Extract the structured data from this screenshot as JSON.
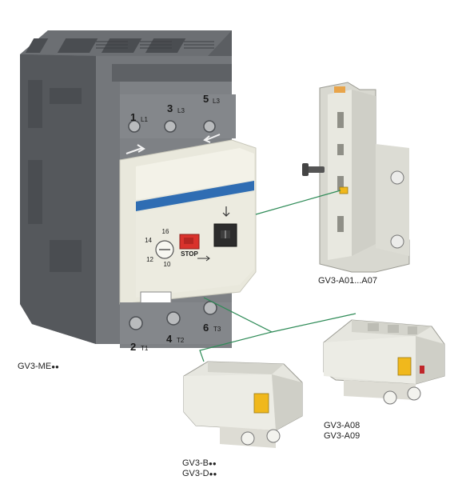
{
  "labels": {
    "main_unit": "GV3-ME",
    "main_unit_suffix": "●●",
    "side_contact": "GV3-A01...A07",
    "front_block_top": "GV3-B",
    "front_block_top_suffix": "●●",
    "front_block_bottom": "GV3-D",
    "front_block_bottom_suffix": "●●",
    "top_block_line1": "GV3-A08",
    "top_block_line2": "GV3-A09"
  },
  "terminals": {
    "top": [
      {
        "num": "1",
        "sub": "L1"
      },
      {
        "num": "3",
        "sub": "L3"
      },
      {
        "num": "5",
        "sub": "L3"
      }
    ],
    "bottom": [
      {
        "num": "2",
        "sub": "T1"
      },
      {
        "num": "4",
        "sub": "T2"
      },
      {
        "num": "6",
        "sub": "T3"
      }
    ]
  },
  "dial": {
    "marks": [
      "16",
      "14",
      "12",
      "10"
    ]
  },
  "stop_label": "STOP",
  "colors": {
    "body_dark": "#5b5e62",
    "body_mid": "#74777b",
    "body_light": "#8c8f93",
    "front_panel": "#e9e8dc",
    "blue_stripe": "#2f6db3",
    "stop_red": "#d9322c",
    "connector_green": "#2e8b57",
    "accessory_body": "#e6e6df",
    "yellow_latch": "#f0b81c"
  }
}
